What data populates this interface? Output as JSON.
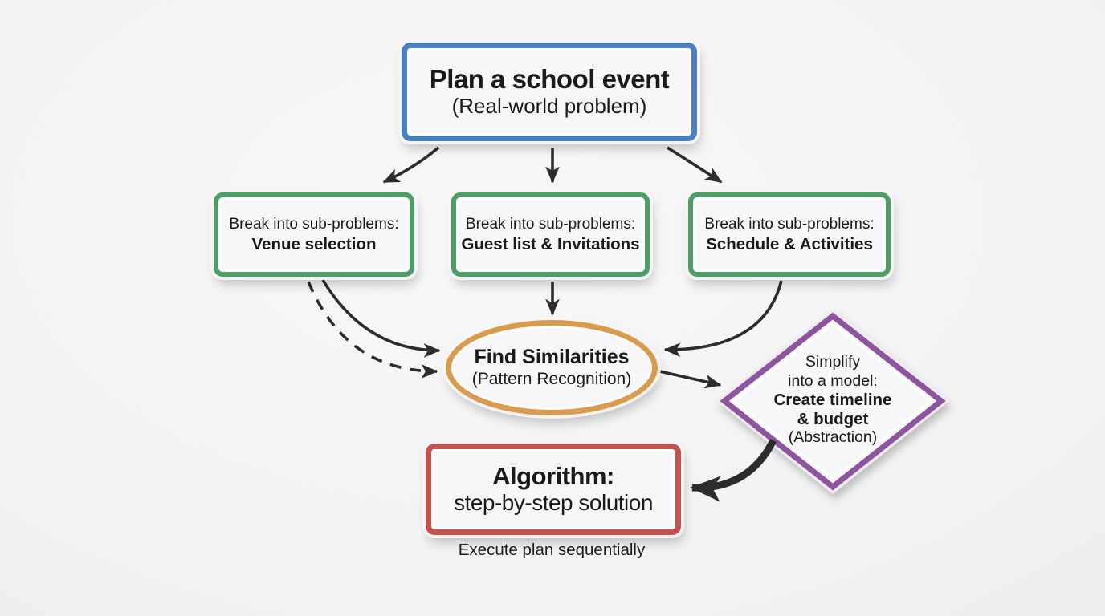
{
  "diagram": {
    "title_implied": "Computational thinking flowchart",
    "colors": {
      "plan_border": "#4a7fc1",
      "subproblem_border": "#4f9d66",
      "pattern_border": "#d99c4f",
      "abstraction_border": "#8e549f",
      "algorithm_border": "#c4524e",
      "arrow": "#2c2c2c",
      "background": "#f1f1f3"
    },
    "nodes": {
      "plan": {
        "title": "Plan a school event",
        "subtitle": "(Real-world problem)"
      },
      "sub_problems": [
        {
          "prefix": "Break into sub-problems:",
          "label": "Venue selection"
        },
        {
          "prefix": "Break into sub-problems:",
          "label": "Guest list & Invitations"
        },
        {
          "prefix": "Break into sub-problems:",
          "label": "Schedule & Activities"
        }
      ],
      "pattern": {
        "title": "Find Similarities",
        "subtitle": "(Pattern Recognition)"
      },
      "abstraction": {
        "line1": "Simplify",
        "line2": "into a model:",
        "line3": "Create timeline",
        "line4": "& budget",
        "line5": "(Abstraction)"
      },
      "algorithm": {
        "title": "Algorithm:",
        "subtitle": "step-by-step solution"
      },
      "caption": "Execute plan sequentially"
    }
  }
}
